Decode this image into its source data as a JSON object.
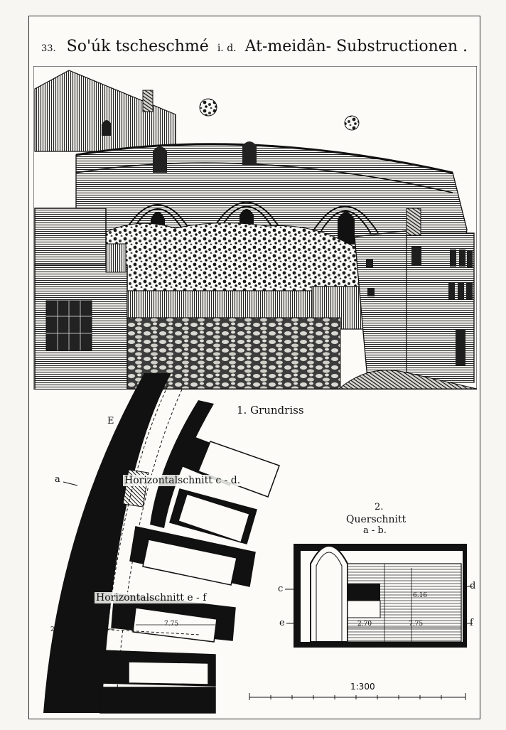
{
  "plate": {
    "number": "33.",
    "title_a": "So'úk tscheschmé",
    "title_abbr": "i. d.",
    "title_b": "At-meidân- Substructionen ."
  },
  "labels": {
    "grundriss": "1. Grundriss",
    "quer_number": "2.",
    "querschnitt": "Querschnitt",
    "quer_ab": "a - b.",
    "horizontal_cd": "Horizontalschnitt c - d.",
    "horizontal_ef": "Horizontalschnitt e - f",
    "letter_E": "E",
    "letter_a": "a",
    "letter_b": "b",
    "letter_c": "c",
    "letter_d": "d",
    "letter_e": "e",
    "letter_f": "f",
    "scale": "1:300"
  },
  "dimensions": {
    "plan_width": "7.75",
    "plan_a": "2.75",
    "plan_b": "2.70",
    "section_width": "7.75",
    "section_h1": "6.16",
    "section_h2": "2.70"
  }
}
